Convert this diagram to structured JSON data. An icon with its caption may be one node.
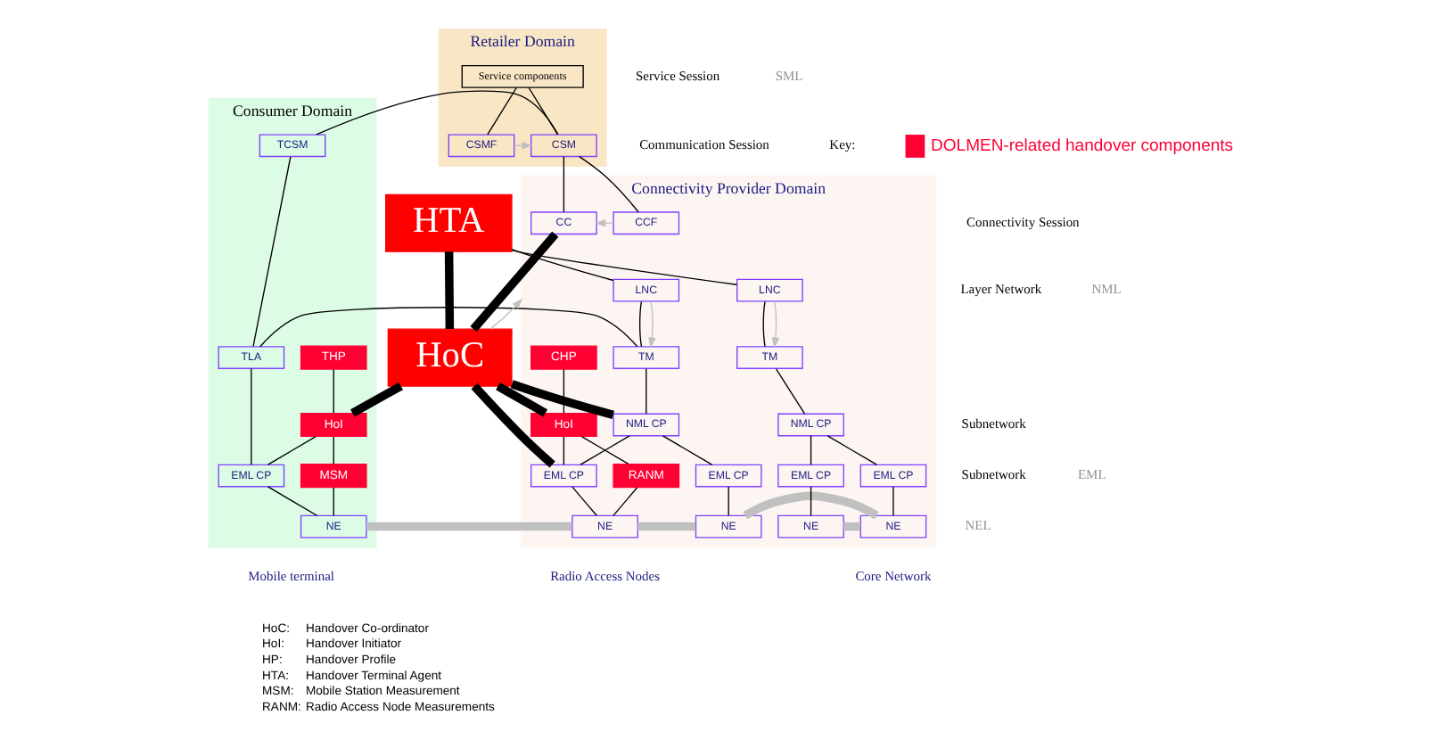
{
  "diagram": {
    "nodes": [
      {
        "text": [
          "Consumer Domain"
        ]
      },
      {
        "text": [
          "Retailer Domain"
        ]
      },
      {
        "text": [
          "Connectivity Provider Domain"
        ]
      },
      {
        "text": [
          "TCSM"
        ],
        "in": 0
      },
      {
        "text": [
          "TLA"
        ],
        "in": 0
      },
      {
        "text": [
          "THP"
        ],
        "in": 0
      },
      {
        "text": [
          "HoI"
        ],
        "in": 0
      },
      {
        "text": [
          "EML CP"
        ],
        "in": 0
      },
      {
        "text": [
          "MSM"
        ],
        "in": 0
      },
      {
        "text": [
          "NE"
        ],
        "in": 0
      },
      {
        "text": [
          "Service components"
        ],
        "in": 1
      },
      {
        "text": [
          "CSM"
        ],
        "in": 1
      },
      {
        "text": [
          "CSMF"
        ],
        "in": 1
      },
      {
        "text": [
          "HoC"
        ]
      },
      {
        "text": [
          "HTA"
        ]
      },
      {
        "text": [
          "CC"
        ],
        "in": 2
      },
      {
        "text": [
          "CCF"
        ],
        "in": 2
      },
      {
        "text": [
          "LNC"
        ],
        "in": 2
      },
      {
        "text": [
          "TM"
        ],
        "in": 2
      },
      {
        "text": [
          "CHP"
        ],
        "in": 2
      },
      {
        "text": [
          "HoI"
        ],
        "in": 2
      },
      {
        "text": [
          "NML CP"
        ],
        "in": 2
      },
      {
        "text": [
          "RANM"
        ],
        "in": 2
      },
      {
        "text": [
          "EML CP"
        ],
        "in": 2
      },
      {
        "text": [
          "EML CP"
        ],
        "in": 2
      },
      {
        "text": [
          "NE"
        ],
        "in": 2
      },
      {
        "text": [
          "NE"
        ],
        "in": 2
      },
      {
        "text": [
          "LNC"
        ],
        "in": 2
      },
      {
        "text": [
          "TM"
        ],
        "in": 2
      },
      {
        "text": [
          "NML CP"
        ],
        "in": 2
      },
      {
        "text": [
          "EML CP"
        ],
        "in": 2
      },
      {
        "text": [
          "EML CP"
        ],
        "in": 2
      },
      {
        "text": [
          "NE"
        ],
        "in": 2
      },
      {
        "text": [
          "NE"
        ],
        "in": 2
      }
    ],
    "edges": [
      {
        "from": 10,
        "to": 11,
        "arrow": "none"
      },
      {
        "from": 10,
        "to": 12,
        "arrow": "none"
      },
      {
        "from": 12,
        "to": 11,
        "arrow": "to",
        "color": "#c0c0c0"
      },
      {
        "from": 3,
        "to": 11,
        "arrow": "none"
      },
      {
        "from": 3,
        "to": 4,
        "arrow": "none"
      },
      {
        "from": 11,
        "to": 15,
        "arrow": "none"
      },
      {
        "from": 11,
        "to": 16,
        "arrow": "none"
      },
      {
        "from": 16,
        "to": 15,
        "arrow": "to",
        "color": "#c0c0c0"
      },
      {
        "from": 13,
        "to": 14,
        "arrow": "none",
        "style": "thick"
      },
      {
        "from": 13,
        "to": 2,
        "arrow": "to",
        "color": "#c0c0c0"
      },
      {
        "from": 14,
        "to": 17,
        "arrow": "none"
      },
      {
        "from": 14,
        "to": 27,
        "arrow": "none"
      },
      {
        "from": 15,
        "to": 13,
        "arrow": "none",
        "style": "thick"
      },
      {
        "from": 17,
        "to": 18,
        "arrow": "none"
      },
      {
        "from": 17,
        "to": 18,
        "arrow": "to",
        "color": "#c0c0c0"
      },
      {
        "from": 4,
        "to": 18,
        "arrow": "none"
      },
      {
        "from": 4,
        "to": 7,
        "arrow": "none"
      },
      {
        "from": 5,
        "to": 6,
        "arrow": "none"
      },
      {
        "from": 13,
        "to": 6,
        "arrow": "none",
        "style": "thick"
      },
      {
        "from": 13,
        "to": 20,
        "arrow": "none",
        "style": "thick"
      },
      {
        "from": 13,
        "to": 23,
        "arrow": "none",
        "style": "thick"
      },
      {
        "from": 13,
        "to": 21,
        "arrow": "none",
        "style": "thick"
      },
      {
        "from": 19,
        "to": 20,
        "arrow": "none"
      },
      {
        "from": 18,
        "to": 21,
        "arrow": "none"
      },
      {
        "from": 6,
        "to": 7,
        "arrow": "none"
      },
      {
        "from": 6,
        "to": 8,
        "arrow": "none"
      },
      {
        "from": 7,
        "to": 9,
        "arrow": "none"
      },
      {
        "from": 8,
        "to": 9,
        "arrow": "none"
      },
      {
        "from": 20,
        "to": 22,
        "arrow": "none"
      },
      {
        "from": 20,
        "to": 23,
        "arrow": "none"
      },
      {
        "from": 22,
        "to": 25,
        "arrow": "none"
      },
      {
        "from": 23,
        "to": 25,
        "arrow": "none"
      },
      {
        "from": 21,
        "to": 23,
        "arrow": "none"
      },
      {
        "from": 21,
        "to": 24,
        "arrow": "none"
      },
      {
        "from": 24,
        "to": 26,
        "arrow": "none"
      },
      {
        "from": 27,
        "to": 28,
        "arrow": "none"
      },
      {
        "from": 27,
        "to": 28,
        "arrow": "to",
        "color": "#c0c0c0"
      },
      {
        "from": 28,
        "to": 29,
        "arrow": "none"
      },
      {
        "from": 29,
        "to": 30,
        "arrow": "none"
      },
      {
        "from": 29,
        "to": 31,
        "arrow": "none"
      },
      {
        "from": 30,
        "to": 32,
        "arrow": "none"
      },
      {
        "from": 31,
        "to": 33,
        "arrow": "none"
      },
      {
        "from": 9,
        "to": 25,
        "arrow": "none",
        "style": "thick",
        "color": "#c0c0c0"
      },
      {
        "from": 25,
        "to": 26,
        "arrow": "none",
        "style": "thick",
        "color": "#c0c0c0"
      },
      {
        "from": 26,
        "to": 32,
        "arrow": "none",
        "style": "thick",
        "color": "#c0c0c0"
      },
      {
        "from": 32,
        "to": 33,
        "arrow": "none",
        "style": "thick",
        "color": "#c0c0c0"
      }
    ],
    "labels": [
      "Service Session",
      "SML",
      "Communication Session",
      "Key:",
      "Connectivity Session",
      "Layer Network",
      "NML",
      "Subnetwork",
      "Subnetwork",
      "EML",
      "NEL",
      "Mobile terminal",
      "Radio Access Nodes",
      "Core Network",
      "HoC:",
      "Handover Co-ordinator",
      "HoI:",
      "Handover Initiator",
      "HP:",
      "Handover Profile",
      "HTA:",
      "Handover Terminal Agent",
      "MSM:",
      "Mobile Station Measurement",
      "RANM:",
      "Radio Access Node Measurements"
    ],
    "legend": [
      {
        "text": "DOLMEN-related handover components",
        "color": "#ff0033"
      }
    ]
  }
}
